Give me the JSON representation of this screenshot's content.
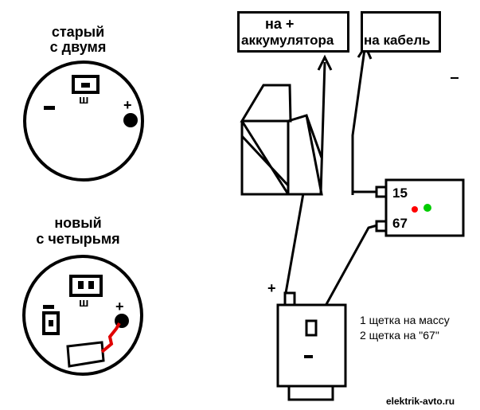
{
  "old_generator": {
    "caption_line1": "старый",
    "caption_line2": "с двумя",
    "minus": "–",
    "sh": "ш",
    "plus": "+"
  },
  "new_generator": {
    "caption_line1": "новый",
    "caption_line2": "с четырьмя",
    "minus": "–",
    "sh": "ш",
    "plus": "+"
  },
  "battery_box": {
    "line1": "на +",
    "line2": "аккумулятора"
  },
  "cable_box": {
    "label": "на кабель"
  },
  "relay": {
    "terminal_15": "15",
    "terminal_67": "67",
    "led_colors": [
      "#ff0000",
      "#00cc00"
    ]
  },
  "motor": {
    "plus": "+",
    "minus": "–"
  },
  "notes": {
    "line1": "1 щетка на  массу",
    "line2": "2 щетка на \"67\""
  },
  "watermark": "elektrik-avto.ru",
  "colors": {
    "wire": "#000000",
    "red_wire": "#e00000",
    "dot": "#000000"
  }
}
